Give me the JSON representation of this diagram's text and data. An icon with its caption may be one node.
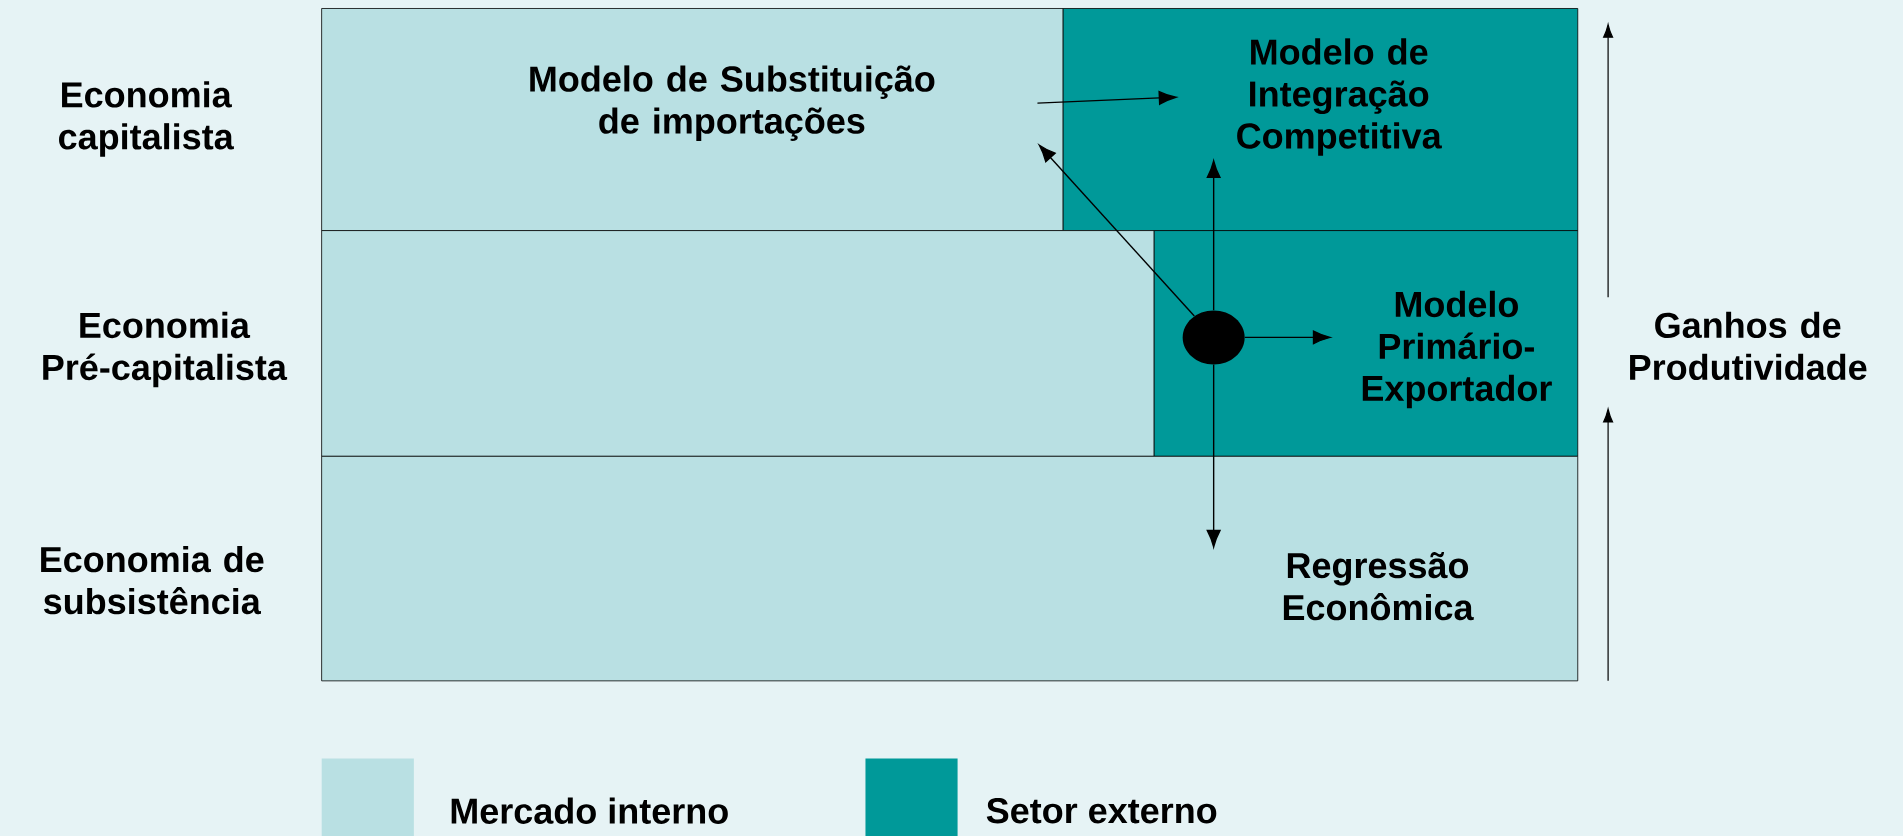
{
  "diagram": {
    "nodes": [
      {
        "text": [
          "Modelo de Substituição de importações"
        ]
      },
      {
        "text": [
          "Modelo de Integração Competitiva"
        ]
      },
      {
        "text": [
          "Modelo Primário-Exportador"
        ]
      },
      {
        "text": [
          "Regressão Econômica"
        ]
      },
      {
        "text": [],
        "shape": "circle"
      }
    ],
    "edges": [
      {
        "from": 4,
        "to": 0,
        "arrow": "to"
      },
      {
        "from": 4,
        "to": 1,
        "arrow": "to"
      },
      {
        "from": 4,
        "to": 2,
        "arrow": "to"
      },
      {
        "from": 4,
        "to": 3,
        "arrow": "to"
      },
      {
        "from": 0,
        "to": 1,
        "arrow": "to"
      }
    ],
    "labels": [
      "Economia capitalista",
      "Economia Pré-capitalista",
      "Economia de subsistência",
      "Ganhos de Produtividade"
    ],
    "legend": [
      {
        "text": "Mercado interno",
        "color": "#b9e0e3"
      },
      {
        "text": "Setor externo",
        "color": "#009999"
      }
    ]
  }
}
